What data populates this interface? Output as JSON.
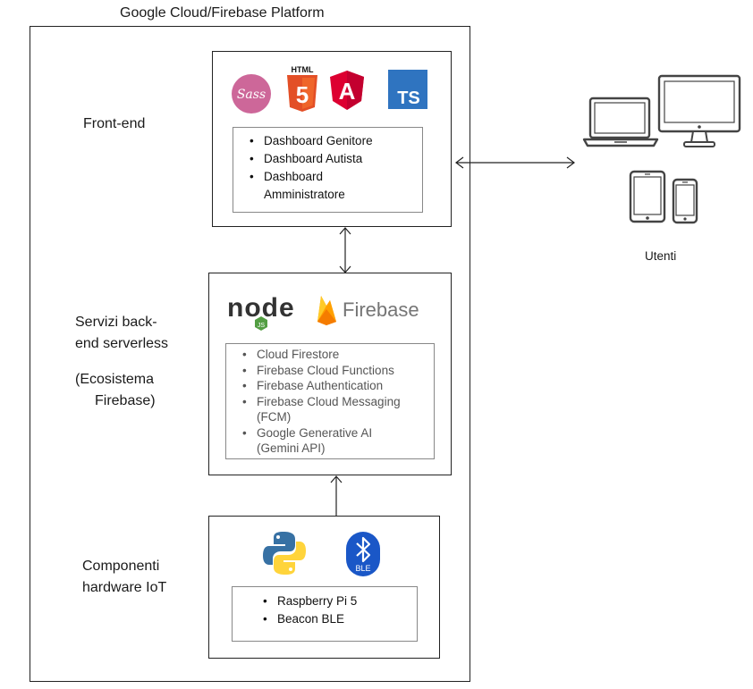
{
  "diagram": {
    "platform_title": "Google Cloud/Firebase Platform",
    "users_label": "Utenti",
    "frontend": {
      "label": "Front-end",
      "icons": [
        "sass-icon",
        "html5-icon",
        "angular-icon",
        "typescript-icon"
      ],
      "html_badge": "HTML",
      "html_digit": "5",
      "angular_letter": "A",
      "ts_text": "TS",
      "items": [
        "Dashboard Genitore",
        "Dashboard Autista",
        "Dashboard",
        "Amministratore"
      ]
    },
    "backend": {
      "label_lines": [
        "Servizi back-",
        "end serverless",
        "(Ecosistema",
        "Firebase)"
      ],
      "icons": [
        "nodejs-icon",
        "firebase-icon"
      ],
      "node_text": "node",
      "node_js": "JS",
      "firebase_text": "Firebase",
      "items": [
        "Cloud Firestore",
        "Firebase Cloud Functions",
        "Firebase Authentication",
        "Firebase Cloud Messaging",
        "(FCM)",
        "Google Generative AI",
        "(Gemini API)"
      ]
    },
    "hardware": {
      "label_lines": [
        "Componenti",
        "hardware IoT"
      ],
      "icons": [
        "python-icon",
        "bluetooth-icon"
      ],
      "ble_text": "BLE",
      "items": [
        "Raspberry Pi 5",
        "Beacon BLE"
      ]
    },
    "colors": {
      "line": "#222222",
      "sass": "#cd6799",
      "html5": "#e34f26",
      "angular": "#dd0031",
      "typescript": "#2f74c0",
      "node": "#333333",
      "node_green": "#539e43",
      "firebase_text": "#757575",
      "firebase_flame": "#ffa000",
      "python_blue": "#3771a4",
      "python_yellow": "#ffd43b",
      "bluetooth": "#1a57c7",
      "device": "#444444"
    }
  }
}
